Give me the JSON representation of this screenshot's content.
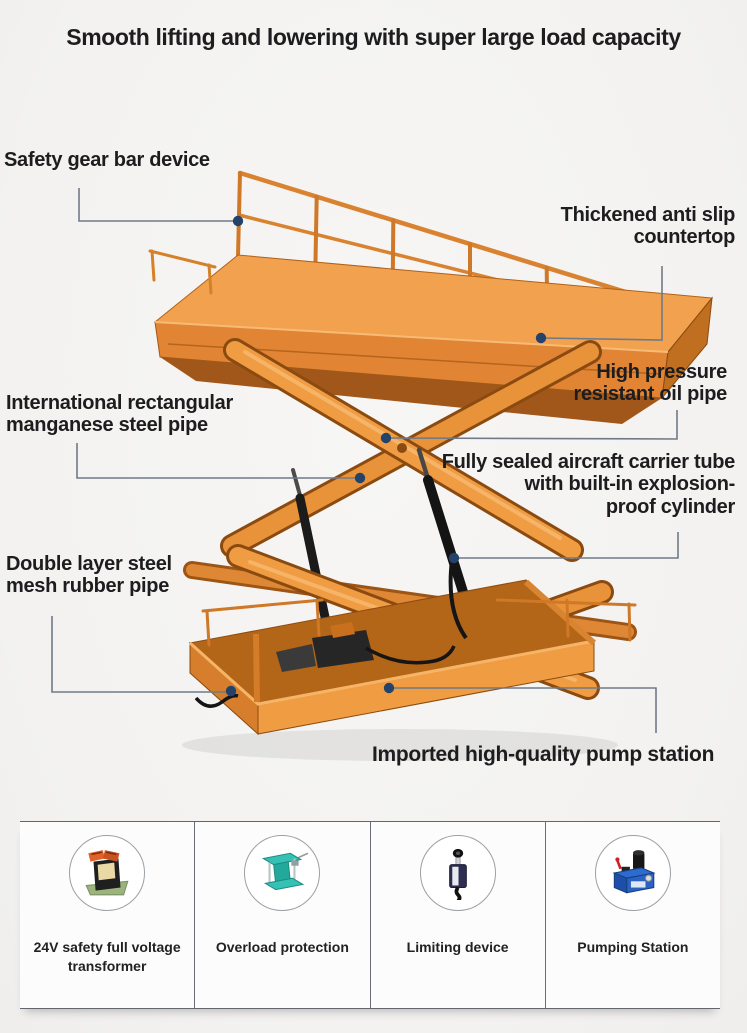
{
  "title": "Smooth lifting and lowering with super large load capacity",
  "callouts": [
    {
      "name": "safety-gear-bar",
      "lines": [
        "Safety gear bar device"
      ]
    },
    {
      "name": "anti-slip-countertop",
      "lines": [
        "Thickened anti slip",
        "countertop"
      ]
    },
    {
      "name": "manganese-steel-pipe",
      "lines": [
        "International rectangular",
        "manganese steel pipe"
      ]
    },
    {
      "name": "high-pressure-oil-pipe",
      "lines": [
        "High pressure",
        "resistant oil pipe"
      ]
    },
    {
      "name": "explosion-proof-cylinder",
      "lines": [
        "Fully sealed aircraft carrier tube",
        "with built-in explosion-",
        "proof cylinder"
      ]
    },
    {
      "name": "rubber-pipe",
      "lines": [
        "Double layer steel",
        "mesh rubber pipe"
      ]
    },
    {
      "name": "pump-station-callout",
      "lines": [
        "Imported high-quality pump station"
      ]
    }
  ],
  "features": [
    {
      "icon": "transformer-icon",
      "lines": [
        "24V safety full voltage",
        "transformer"
      ]
    },
    {
      "icon": "overload-protection-icon",
      "lines": [
        "Overload protection"
      ]
    },
    {
      "icon": "limiting-device-icon",
      "lines": [
        "Limiting device"
      ]
    },
    {
      "icon": "pumping-station-icon",
      "lines": [
        "Pumping Station"
      ]
    }
  ],
  "colors": {
    "background": "#f3f2f0",
    "machine_orange": "#ee9a41",
    "machine_orange_dark": "#c9711f",
    "machine_shadow": "#8a4a10",
    "callout_line": "#6f7a88",
    "callout_dot": "#24436b",
    "label_text": "#1d1d1f",
    "panel_border": "#63666e"
  }
}
